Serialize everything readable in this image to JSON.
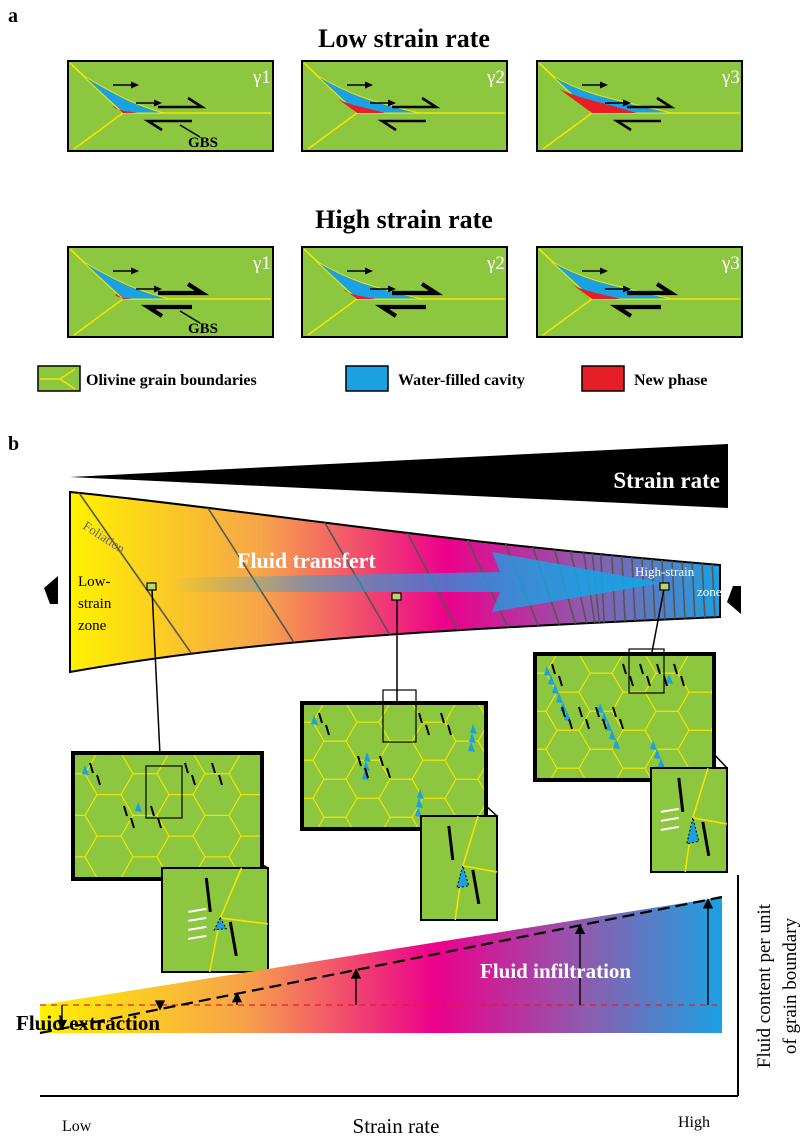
{
  "panel_a": {
    "label": "a",
    "low_title": "Low strain rate",
    "high_title": "High strain rate",
    "gamma_labels": [
      "γ1",
      "γ2",
      "γ3"
    ],
    "gbs_label": "GBS"
  },
  "legend": {
    "olivine": "Olivine grain boundaries",
    "water": "Water-filled cavity",
    "new_phase": "New phase"
  },
  "panel_b": {
    "label": "b",
    "strain_rate_bar_label": "Strain rate",
    "foliation": "Foliation",
    "low_strain_zone": [
      "Low-",
      "strain",
      "zone"
    ],
    "high_strain_zone": [
      "High-strain",
      "zone"
    ],
    "fluid_transfer": "Fluid transfert",
    "fluid_extraction": "Fluid extraction",
    "fluid_infiltration": "Fluid infiltration",
    "x_axis_label": "Strain rate",
    "x_low": "Low",
    "x_high": "High",
    "y_axis_label": [
      "Fluid content per unit",
      "of grain boundary"
    ]
  },
  "colors": {
    "olivine_green": "#8dc63f",
    "grain_boundary": "#f2e600",
    "water_blue": "#1ba1e2",
    "new_phase_red": "#e61e25",
    "gradient": [
      "#fff200",
      "#f7a24b",
      "#ec008c",
      "#1ba1e2"
    ]
  },
  "icons": [
    "shear-arrow-icon",
    "displacement-arrow-icon"
  ]
}
